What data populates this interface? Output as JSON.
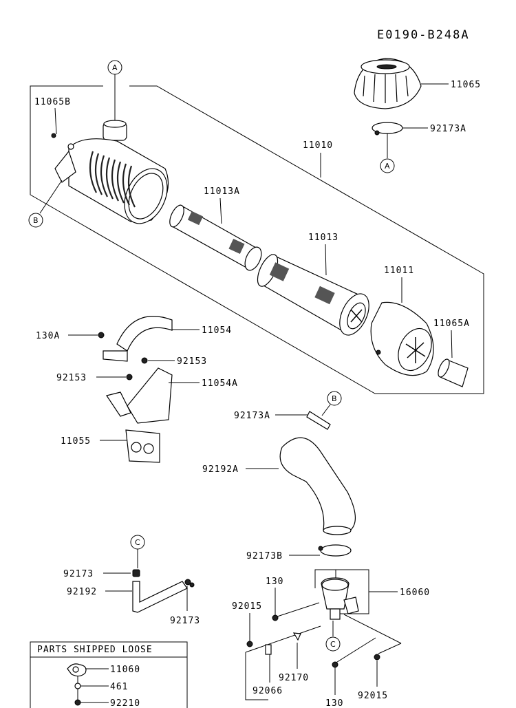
{
  "diagram_code": "E0190-B248A",
  "labels": {
    "p11065": "11065",
    "p92173A_top": "92173A",
    "p11065B": "11065B",
    "p11010": "11010",
    "p11013A": "11013A",
    "p11013": "11013",
    "p11011": "11011",
    "p11065A": "11065A",
    "p130A": "130A",
    "p11054": "11054",
    "p92153_a": "92153",
    "p92153_b": "92153",
    "p11054A": "11054A",
    "p11055": "11055",
    "p92173A_mid": "92173A",
    "p92192A": "92192A",
    "p92173B": "92173B",
    "p16060": "16060",
    "p130_a": "130",
    "p92015_a": "92015",
    "p92173_a": "92173",
    "p92192": "92192",
    "p92173_b": "92173",
    "p92170": "92170",
    "p92066": "92066",
    "p92015_b": "92015",
    "p130_b": "130"
  },
  "refs": {
    "A1": "A",
    "A2": "A",
    "B1": "B",
    "B2": "B",
    "C1": "C",
    "C2": "C"
  },
  "loose_box": {
    "title": "PARTS SHIPPED LOOSE",
    "items": [
      "11060",
      "461",
      "92210"
    ]
  }
}
